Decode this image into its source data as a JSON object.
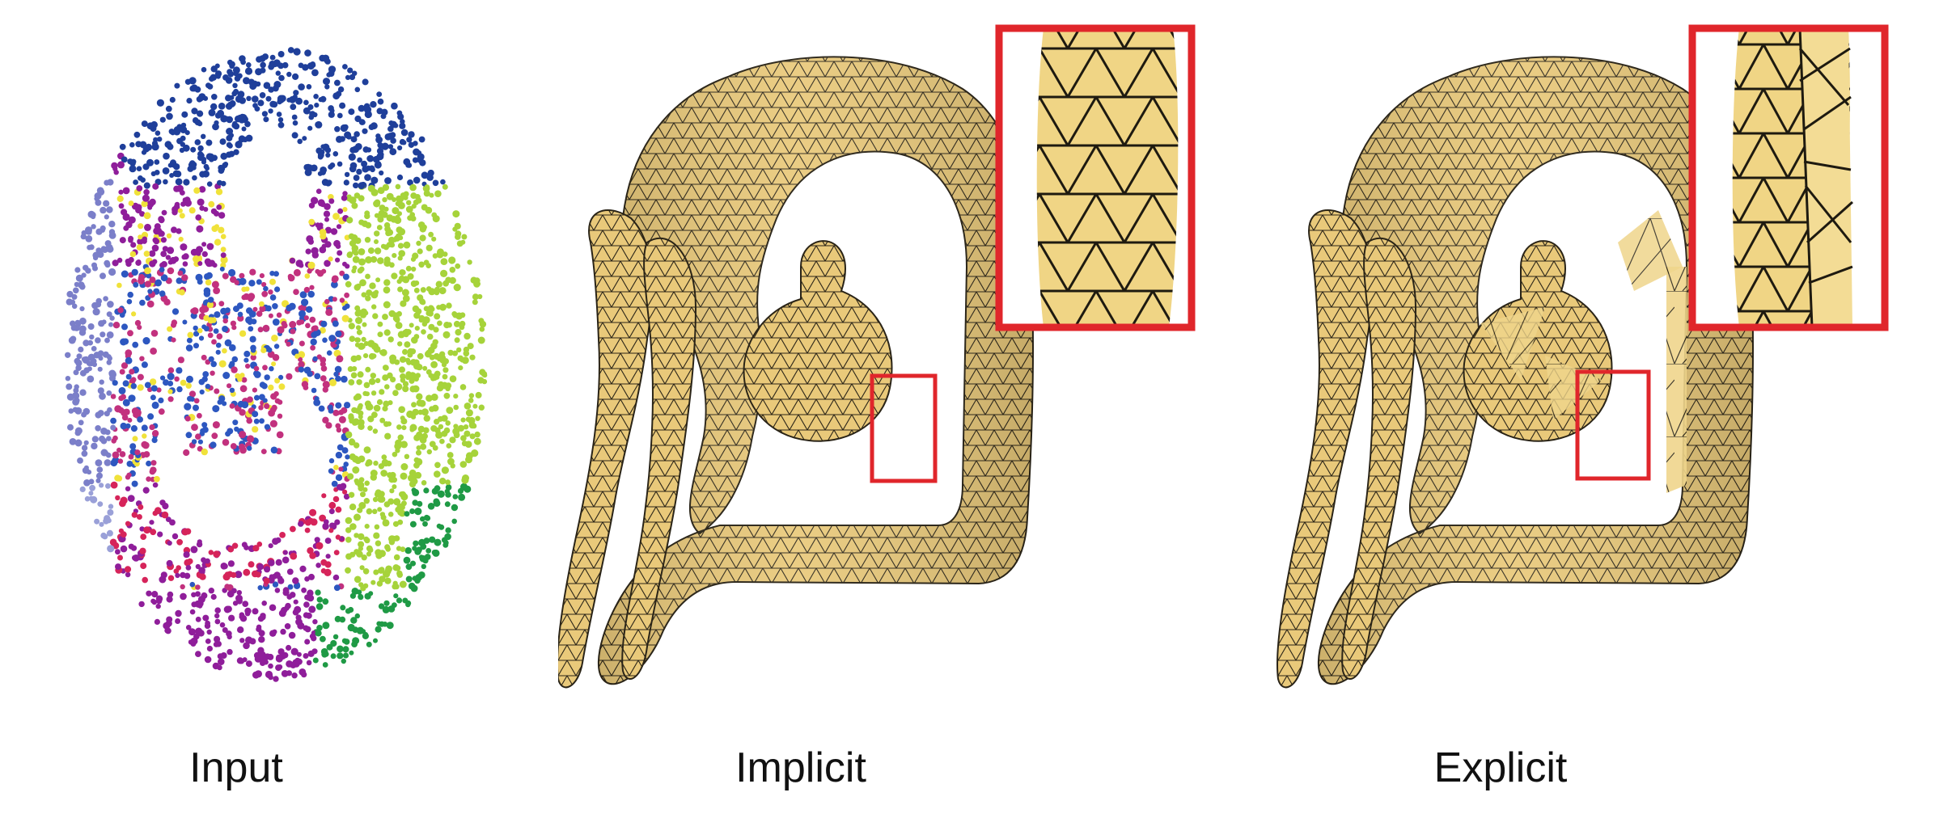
{
  "figure": {
    "panels": [
      {
        "id": "input",
        "caption": "Input"
      },
      {
        "id": "implicit",
        "caption": "Implicit"
      },
      {
        "id": "explicit",
        "caption": "Explicit"
      }
    ],
    "colors": {
      "mesh_fill": "#e9c97a",
      "mesh_edge": "#2a2417",
      "highlight_box": "#e0262b",
      "point_palette": [
        "#1f3f9a",
        "#2d57c0",
        "#7b7fc9",
        "#9aa0d8",
        "#8f1e9a",
        "#c2317e",
        "#d6245a",
        "#f0e23a",
        "#a6d33a",
        "#1f9a45"
      ]
    }
  }
}
